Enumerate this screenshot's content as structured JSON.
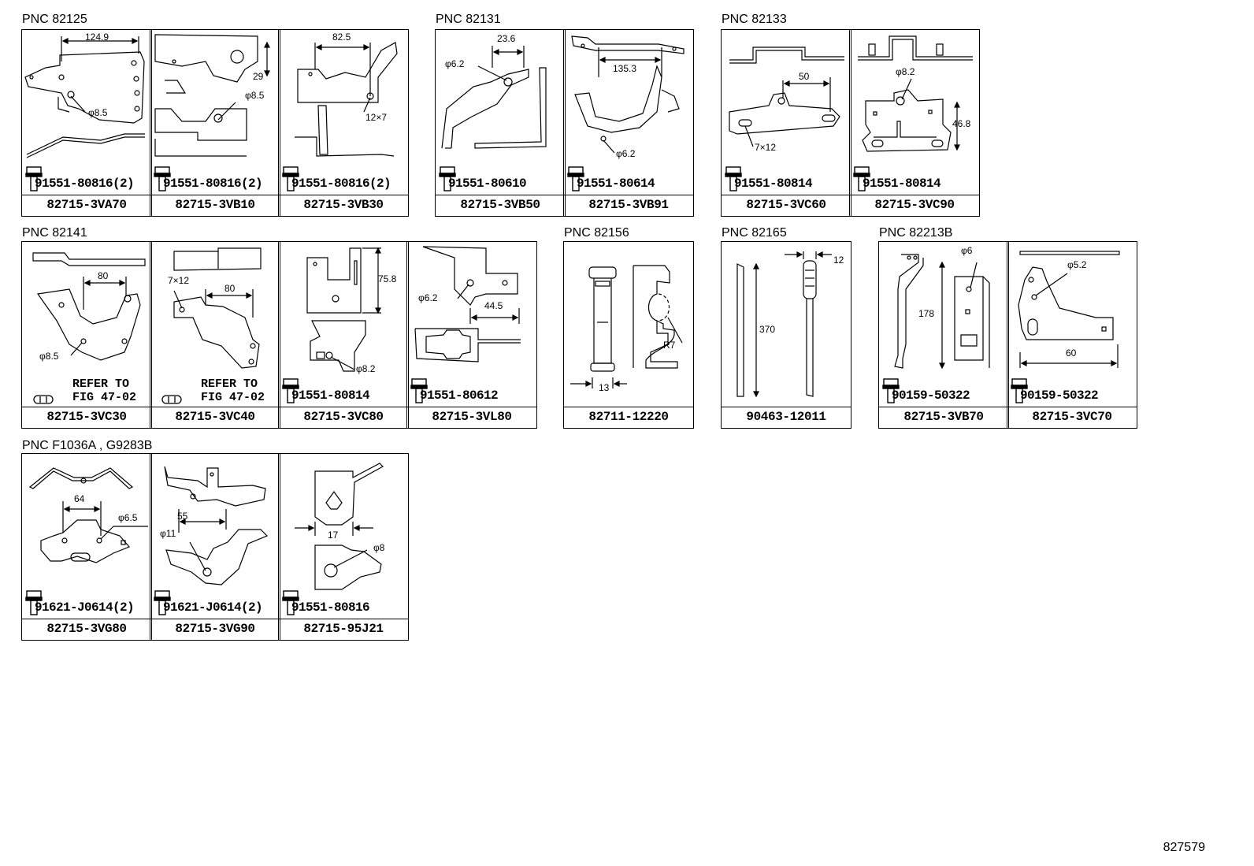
{
  "groups": [
    {
      "title": "PNC 82125",
      "cells": [
        {
          "part": "82715-3VA70",
          "bolt": "91551-80816(2)",
          "dims": [
            "124.9",
            "φ8.5"
          ]
        },
        {
          "part": "82715-3VB10",
          "bolt": "91551-80816(2)",
          "dims": [
            "29",
            "φ8.5"
          ]
        },
        {
          "part": "82715-3VB30",
          "bolt": "91551-80816(2)",
          "dims": [
            "82.5",
            "12×7"
          ]
        }
      ]
    },
    {
      "title": "PNC 82131",
      "cells": [
        {
          "part": "82715-3VB50",
          "bolt": "91551-80610",
          "dims": [
            "23.6",
            "φ6.2"
          ]
        },
        {
          "part": "82715-3VB91",
          "bolt": "91551-80614",
          "dims": [
            "135.3",
            "φ6.2"
          ]
        }
      ]
    },
    {
      "title": "PNC 82133",
      "cells": [
        {
          "part": "82715-3VC60",
          "bolt": "91551-80814",
          "dims": [
            "50",
            "7×12"
          ]
        },
        {
          "part": "82715-3VC90",
          "bolt": "91551-80814",
          "dims": [
            "φ8.2",
            "46.8"
          ]
        }
      ]
    },
    {
      "title": "PNC 82141",
      "cells": [
        {
          "part": "82715-3VC30",
          "refer": "REFER TO\nFIG 47-02",
          "dims": [
            "80",
            "φ8.5"
          ]
        },
        {
          "part": "82715-3VC40",
          "refer": "REFER TO\nFIG 47-02",
          "dims": [
            "7×12",
            "80"
          ]
        },
        {
          "part": "82715-3VC80",
          "bolt": "91551-80814",
          "dims": [
            "75.8",
            "φ8.2"
          ]
        },
        {
          "part": "82715-3VL80",
          "bolt": "91551-80612",
          "dims": [
            "φ6.2",
            "44.5"
          ]
        }
      ]
    },
    {
      "title": "PNC 82156",
      "cells": [
        {
          "part": "82711-12220",
          "dims": [
            "13",
            "R7"
          ]
        }
      ]
    },
    {
      "title": "PNC 82165",
      "cells": [
        {
          "part": "90463-12011",
          "dims": [
            "12",
            "370"
          ]
        }
      ]
    },
    {
      "title": "PNC 82213B",
      "cells": [
        {
          "part": "82715-3VB70",
          "bolt": "90159-50322",
          "dims": [
            "φ6",
            "178"
          ]
        },
        {
          "part": "82715-3VC70",
          "bolt": "90159-50322",
          "dims": [
            "φ5.2",
            "60"
          ]
        }
      ]
    },
    {
      "title": "PNC F1036A , G9283B",
      "cells": [
        {
          "part": "82715-3VG80",
          "bolt": "91621-J0614(2)",
          "dims": [
            "64",
            "φ6.5"
          ]
        },
        {
          "part": "82715-3VG90",
          "bolt": "91621-J0614(2)",
          "dims": [
            "55",
            "φ11"
          ]
        },
        {
          "part": "82715-95J21",
          "bolt": "91551-80816",
          "dims": [
            "17",
            "φ8"
          ]
        }
      ]
    }
  ],
  "footer": {
    "id": "827579"
  },
  "icons": {
    "bolt": "flange-bolt-icon",
    "clip": "clip-icon"
  }
}
